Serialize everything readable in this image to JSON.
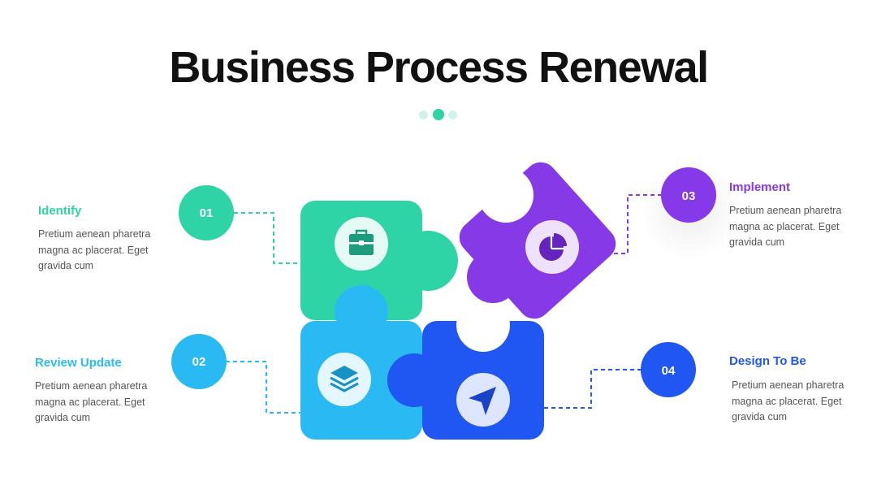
{
  "title": "Business Process Renewal",
  "colors": {
    "green": "#2ED3A6",
    "cyan": "#2ABAF3",
    "purple": "#8639E6",
    "blue": "#2057F2",
    "dot_light": "#CFF3EA",
    "dot_active": "#2ED3A6"
  },
  "steps": [
    {
      "number": "01",
      "title": "Identify",
      "description": "Pretium aenean pharetra magna ac placerat. Eget gravida cum",
      "icon": "briefcase-icon"
    },
    {
      "number": "02",
      "title": "Review Update",
      "description": "Pretium aenean pharetra magna ac placerat. Eget gravida cum",
      "icon": "layers-icon"
    },
    {
      "number": "03",
      "title": "Implement",
      "description": "Pretium aenean pharetra magna ac placerat. Eget gravida cum",
      "icon": "pie-chart-icon"
    },
    {
      "number": "04",
      "title": "Design To Be",
      "description": "Pretium aenean pharetra magna ac placerat. Eget gravida cum",
      "icon": "send-icon"
    }
  ]
}
